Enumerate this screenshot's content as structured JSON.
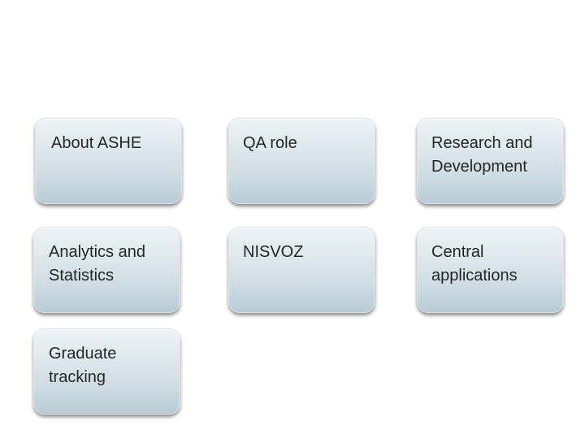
{
  "tiles": [
    {
      "label": "About ASHE"
    },
    {
      "label": "QA role"
    },
    {
      "label": "Research and\nDevelopment"
    },
    {
      "label": "Analytics and\nStatistics"
    },
    {
      "label": "NISVOZ"
    },
    {
      "label": "Central\napplications"
    },
    {
      "label": "Graduate\ntracking"
    }
  ]
}
